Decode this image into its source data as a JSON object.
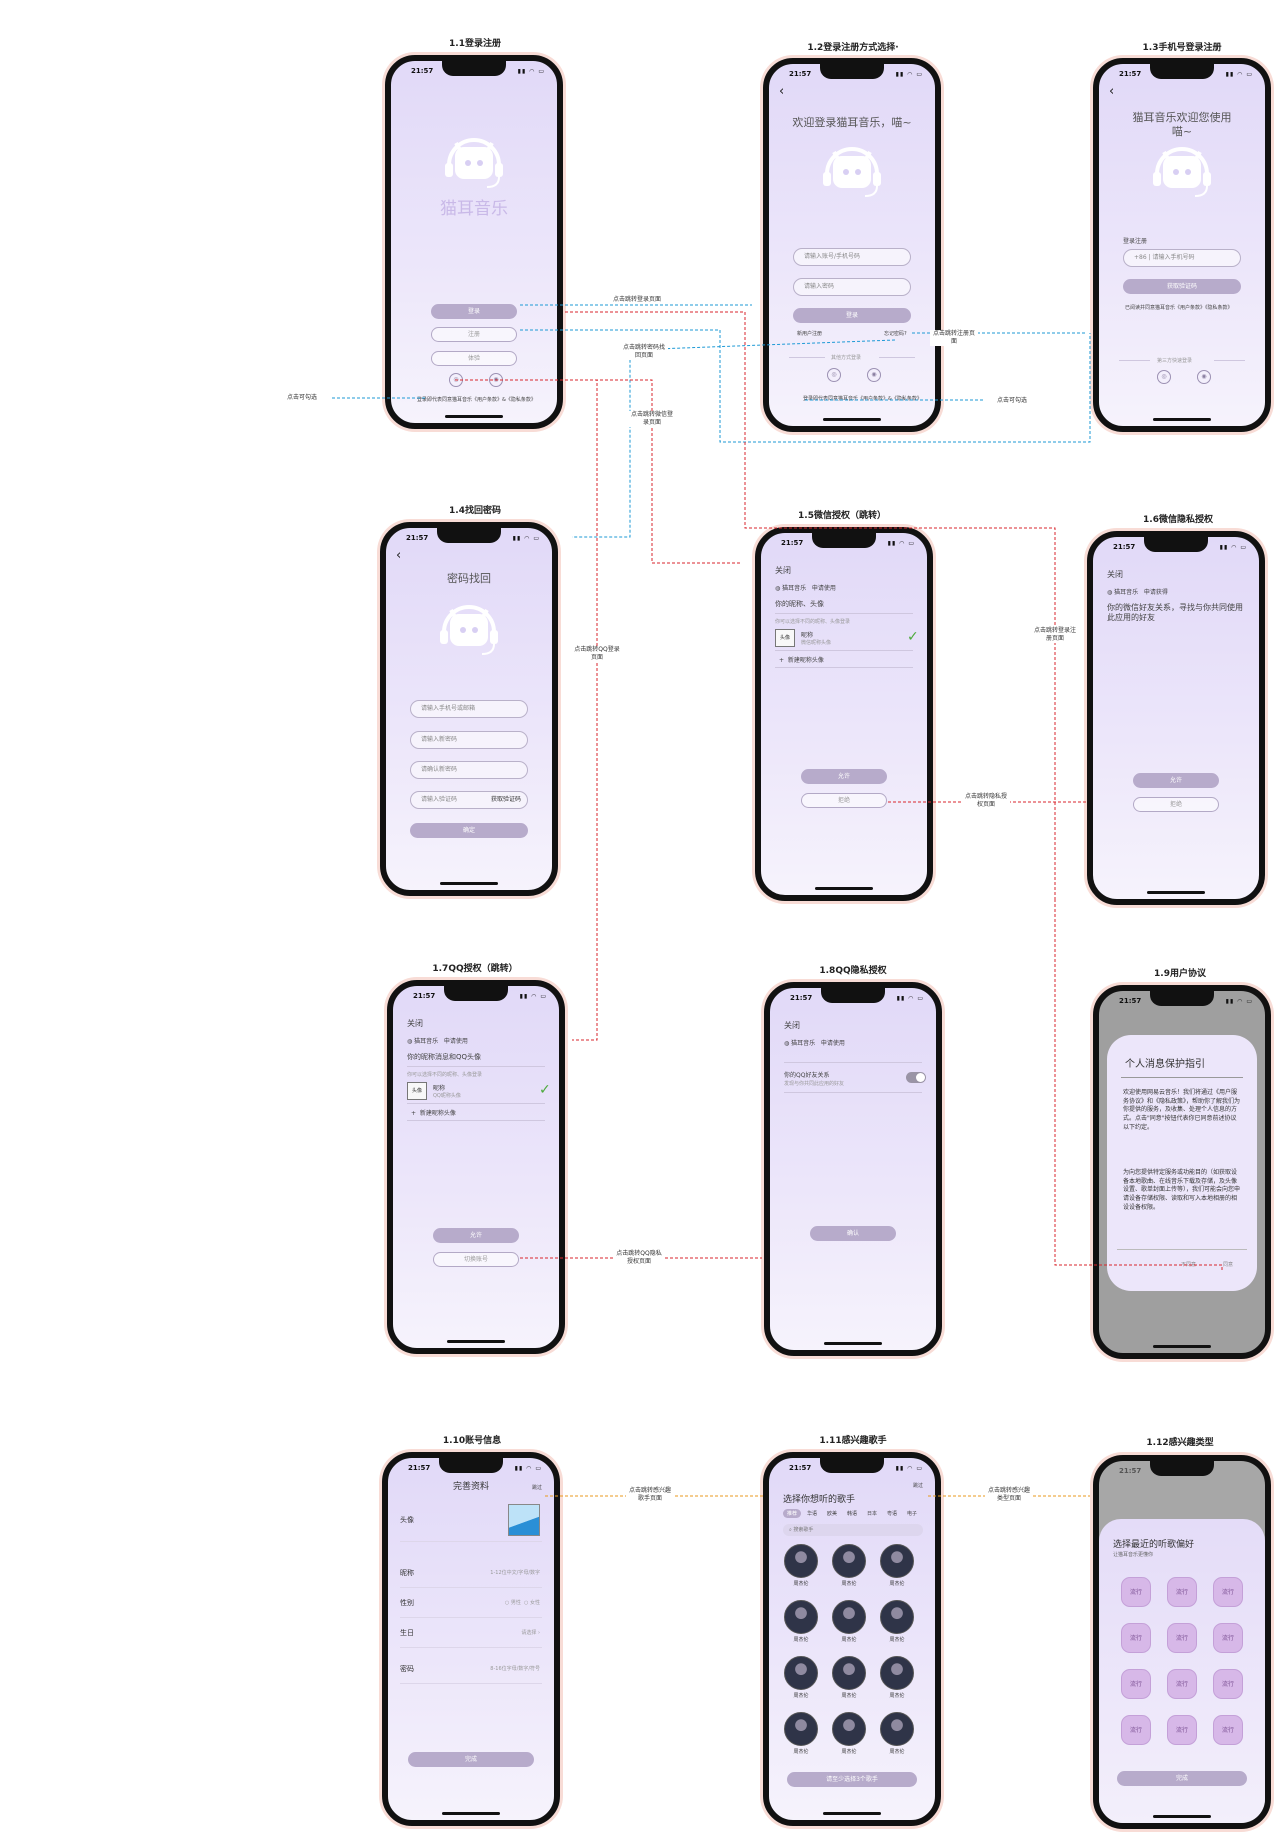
{
  "status_time": "21:57",
  "colors": {
    "link_blue": "#1e9ad6",
    "link_red": "#d9262c",
    "link_orange": "#e89a1c",
    "button": "#b7abcb"
  },
  "screens": {
    "s1_1": {
      "title": "1.1登录注册",
      "app_name": "猫耳音乐",
      "login": "登录",
      "register": "注册",
      "experience": "体验",
      "agreement": "登录即代表同意猫耳音乐《用户条款》&《隐私条款》"
    },
    "s1_2": {
      "title": "1.2登录注册方式选择·",
      "welcome": "欢迎登录猫耳音乐，喵~",
      "account_ph": "请输入账号/手机号码",
      "password_ph": "请输入密码",
      "login": "登录",
      "new_user": "新用户注册",
      "forgot": "忘记密码?",
      "other_ways": "其他方式登录",
      "agreement": "登录即代表同意猫耳音乐《用户条款》&《隐私条款》"
    },
    "s1_3": {
      "title": "1.3手机号登录注册",
      "welcome": "猫耳音乐欢迎您使用喵~",
      "section": "登录注册",
      "phone_ph": "+86 | 请输入手机号码",
      "get_code": "获取验证码",
      "agreement": "已阅读并同意猫耳音乐《用户条款》《隐私条款》",
      "third_party": "第三方快速登录"
    },
    "s1_4": {
      "title": "1.4找回密码",
      "heading": "密码找回",
      "f1": "请输入手机号或邮箱",
      "f2": "请输入新密码",
      "f3": "请确认新密码",
      "f4": "请输入验证码",
      "get_code": "获取验证码",
      "confirm": "确定"
    },
    "s1_5": {
      "title": "1.5微信授权（跳转）",
      "close": "关闭",
      "app": "猫耳音乐",
      "apply": "申请使用",
      "ask": "你的昵称、头像",
      "tip": "你可以选择不同的昵称、头像登录",
      "avatar": "头像",
      "nick": "昵称",
      "nick_sub": "微信昵称头像",
      "new_nick": "新建昵称头像",
      "allow": "允许",
      "reject": "拒绝"
    },
    "s1_6": {
      "title": "1.6微信隐私授权",
      "close": "关闭",
      "app": "猫耳音乐",
      "apply": "申请获得",
      "desc": "你的微信好友关系，寻找与你共同使用此应用的好友",
      "allow": "允许",
      "reject": "拒绝"
    },
    "s1_7": {
      "title": "1.7QQ授权（跳转）",
      "close": "关闭",
      "app": "猫耳音乐",
      "apply": "申请使用",
      "ask": "你的昵称消息和QQ头像",
      "tip": "你可以选择不同的昵称、头像登录",
      "avatar": "头像",
      "nick": "昵称",
      "nick_sub": "QQ昵称头像",
      "new_nick": "新建昵称头像",
      "allow": "允许",
      "switch": "切换账号"
    },
    "s1_8": {
      "title": "1.8QQ隐私授权",
      "close": "关闭",
      "app": "猫耳音乐",
      "apply": "申请使用",
      "friend": "你的QQ好友关系",
      "friend_sub": "发现与你共同此应用的好友",
      "confirm": "确认"
    },
    "s1_9": {
      "title": "1.9用户协议",
      "heading": "个人消息保护指引",
      "p1": "欢迎使用网易云音乐！我们将通过《用户服务协议》和《隐私政策》，帮助你了解我们为你提供的服务，及收集、处理个人信息的方式。点击\"同意\"按钮代表你已同意前述协议以下约定。",
      "p2": "为向您提供特定服务或功能目的（如获取设备本地歌曲、在线音乐下载及存储，及头像设置、歌单封面上传等），我们可能会向您申请设备存储权限、读取和写入本地相册的相设设备权限。",
      "disagree": "不同意",
      "agree": "同意"
    },
    "s1_10": {
      "title": "1.10账号信息",
      "heading": "完善资料",
      "skip": "跳过",
      "avatar": "头像",
      "nick": "昵称",
      "nick_hint": "1-12位中文/字母/数字",
      "gender": "性别",
      "male": "男性",
      "female": "女性",
      "birthday": "生日",
      "birthday_hint": "请选择",
      "password": "密码",
      "password_hint": "8-16位字母/数字/符号",
      "done": "完成"
    },
    "s1_11": {
      "title": "1.11感兴趣歌手",
      "skip": "跳过",
      "heading": "选择你想听的歌手",
      "tabs": [
        "推荐",
        "华语",
        "欧美",
        "韩语",
        "日本",
        "粤语",
        "电子"
      ],
      "search_ph": "搜索歌手",
      "singer": "周杰伦",
      "bottom": "请至少选择3个歌手"
    },
    "s1_12": {
      "title": "1.12感兴趣类型",
      "heading": "选择最近的听歌偏好",
      "sub": "让猫耳音乐更懂你",
      "genre": "流行",
      "done": "完成"
    }
  },
  "notes": {
    "n1": "点击跳转登录页面",
    "n2": "点击跳转注册页面",
    "n3": "点击跳转密码找回页面",
    "n4": "点击可勾选",
    "n5": "点击可勾选",
    "n6": "点击跳转微信登录页面",
    "n7": "点击跳转QQ登录页面",
    "n8": "点击跳转登录注册页面",
    "n9": "点击跳转隐私授权页面",
    "n10": "点击跳转QQ隐私授权页面",
    "n11": "点击跳转感兴趣歌手页面",
    "n12": "点击跳转感兴趣类型页面"
  }
}
